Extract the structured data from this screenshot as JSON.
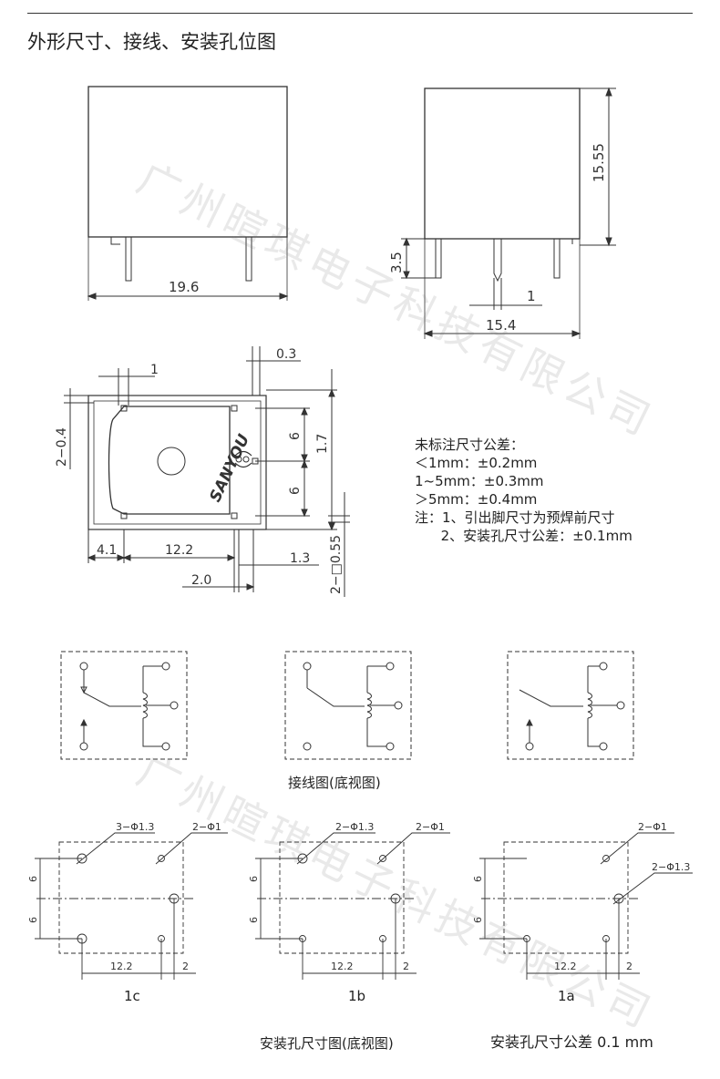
{
  "title": "外形尺寸、接线、安装孔位图",
  "dims": {
    "width": "19.6",
    "height": "15.55",
    "depth": "15.4",
    "pin_len": "3.5",
    "pin_w": "1",
    "b_top_1": "1",
    "b_03": "0.3",
    "b_204": "2−0.4",
    "b_6a": "6",
    "b_6b": "6",
    "b_17": "1.7",
    "b_41": "4.1",
    "b_122": "12.2",
    "b_13": "1.3",
    "b_20": "2.0",
    "b_2sq": "2−□0.55",
    "brand": "SANYOU"
  },
  "notes": [
    "未标注尺寸公差：",
    "＜1mm：±0.2mm",
    "1~5mm：±0.3mm",
    "＞5mm：±0.4mm",
    "注：1、引出脚尺寸为预焊前尺寸",
    "      2、安装孔尺寸公差：±0.1mm"
  ],
  "wiring_caption": "接线图(底视图)",
  "mount": {
    "labels": {
      "c_hole3": "3−Φ1.3",
      "c_hole2": "2−Φ1",
      "b_hole2a": "2−Φ1.3",
      "b_hole2b": "2−Φ1",
      "a_hole2a": "2−Φ1",
      "a_hole2b": "2−Φ1.3",
      "six": "6",
      "span": "12.2",
      "two": "2"
    },
    "variants": [
      "1c",
      "1b",
      "1a"
    ],
    "caption_left": "安装孔尺寸图(底视图)",
    "caption_right": "安装孔尺寸公差 0.1 mm"
  },
  "watermark": "广州暄琪电子科技有限公司"
}
